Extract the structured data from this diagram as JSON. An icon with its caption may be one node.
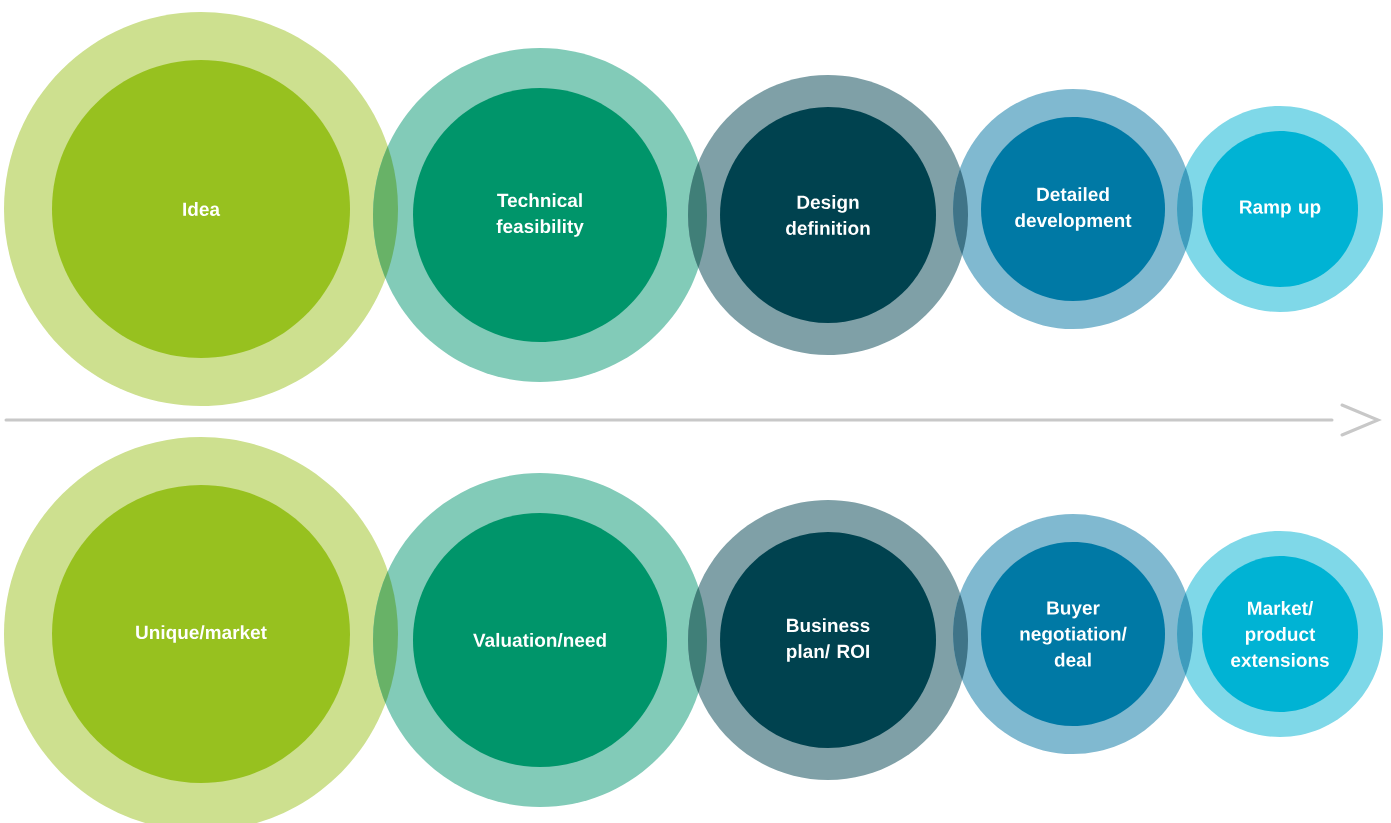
{
  "diagram": {
    "nodes": [
      {
        "text": [
          "Idea"
        ]
      },
      {
        "text": [
          "Technical feasibility"
        ]
      },
      {
        "text": [
          "Design definition"
        ]
      },
      {
        "text": [
          "Detailed development"
        ]
      },
      {
        "text": [
          "Ramp up"
        ]
      },
      {
        "text": [
          "Unique/market"
        ]
      },
      {
        "text": [
          "Valuation/need"
        ]
      },
      {
        "text": [
          "Business plan/ ROI"
        ]
      },
      {
        "text": [
          "Buyer negotiation/ deal"
        ]
      },
      {
        "text": [
          "Market/ product extensions"
        ]
      }
    ]
  }
}
